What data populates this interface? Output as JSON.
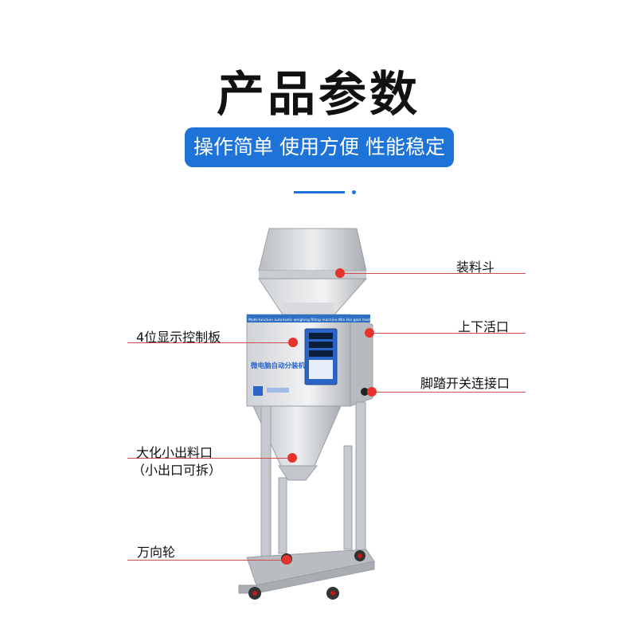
{
  "header": {
    "title": "产品参数",
    "tagline": "操作简单 使用方便 性能稳定"
  },
  "machine": {
    "front_label": "微电脑自动分装机",
    "banner_text": "Multi-function automatic weighing filling machine  Win the gold medal of industry quality"
  },
  "callouts": [
    {
      "id": "hopper",
      "text": "装料斗"
    },
    {
      "id": "upper-lower-gate",
      "text": "上下活口"
    },
    {
      "id": "display-panel",
      "text": "4位显示控制板"
    },
    {
      "id": "foot-pedal-port",
      "text": "脚踏开关连接口"
    },
    {
      "id": "outlet",
      "text": "大化小出料口",
      "sub": "（小出口可拆）"
    },
    {
      "id": "caster",
      "text": "万向轮"
    }
  ],
  "colors": {
    "accent": "#1e73d8",
    "callout_red": "#e8322e"
  }
}
